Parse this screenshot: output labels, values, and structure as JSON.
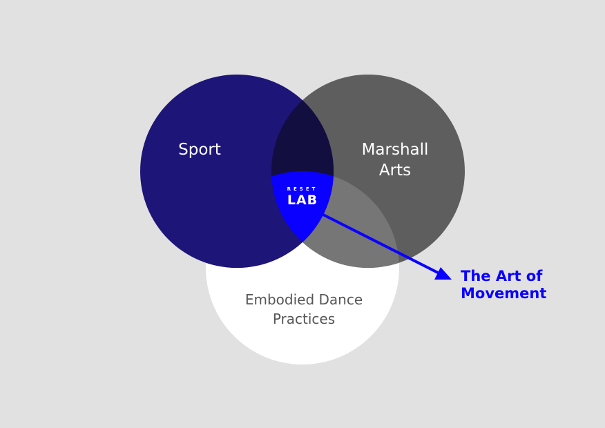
{
  "diagram": {
    "circles": {
      "sport": {
        "label": "Sport",
        "color": "#1d1578"
      },
      "marshall": {
        "label_line1": "Marshall",
        "label_line2": "Arts",
        "color": "#5e5e5e"
      },
      "dance": {
        "label_line1": "Embodied Dance",
        "label_line2": "Practices",
        "color": "#ffffff"
      }
    },
    "overlaps": {
      "sport_marshall": "#120e40",
      "sport_dance": "#1d1578",
      "marshall_dance": "#767676",
      "center": "#0a00ff"
    },
    "center_logo": {
      "small_text": "RESET",
      "big_text": "LAB",
      "color": "#ffffff"
    },
    "callout": {
      "line1": "The Art of",
      "line2": "Movement",
      "color": "#0a00ff"
    },
    "text_colors": {
      "on_dark": "#ffffff",
      "on_light": "#555555"
    }
  }
}
